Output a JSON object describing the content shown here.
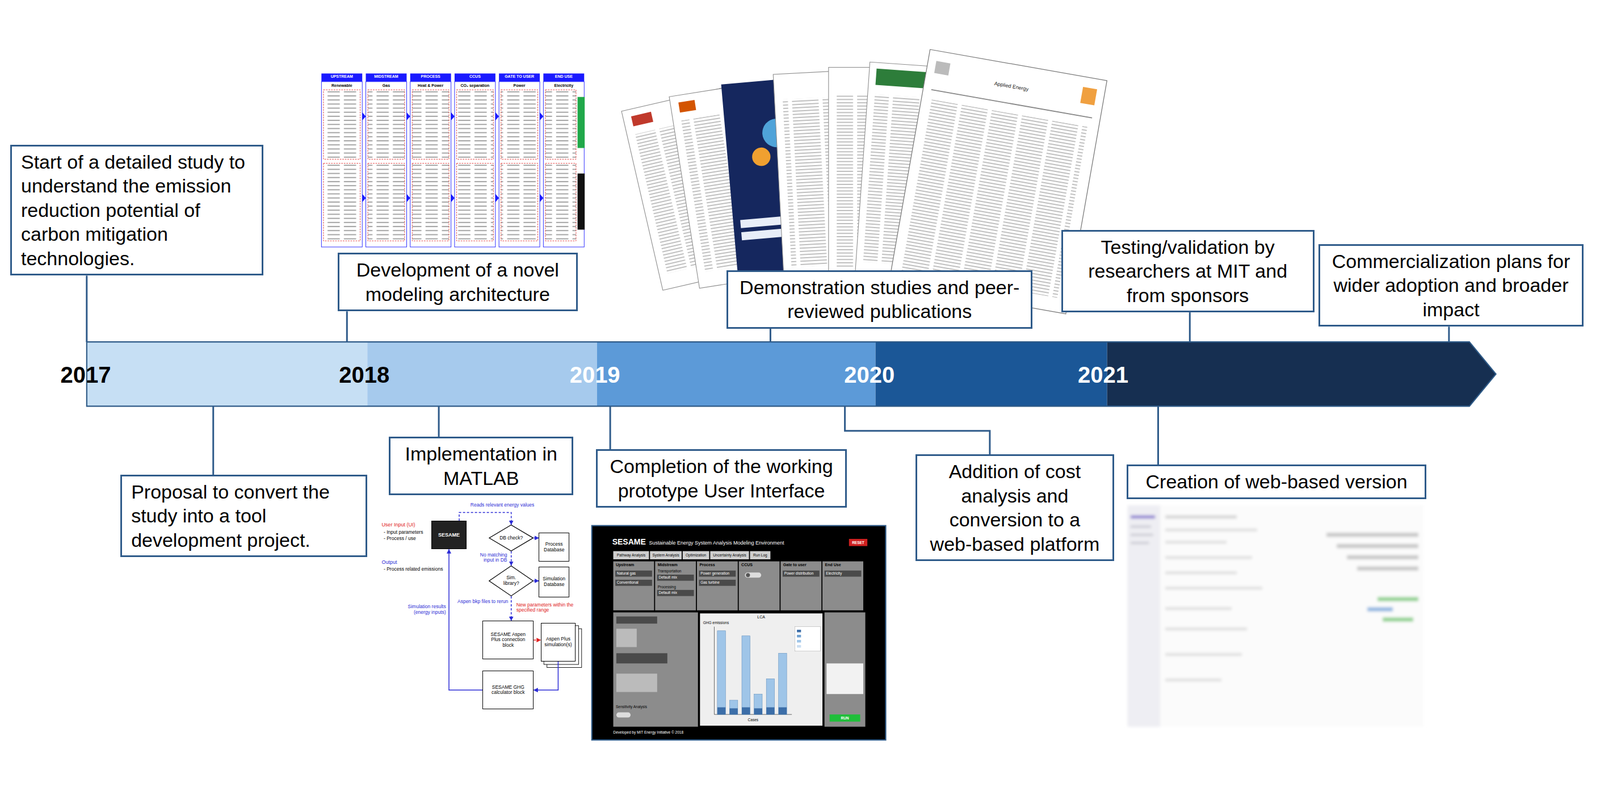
{
  "diagram": {
    "nodes": [
      {
        "text": [
          "Start of a detailed study to understand the emission reduction potential of carbon mitigation technologies."
        ]
      },
      {
        "text": [
          "Proposal to convert the study into a tool development project."
        ]
      },
      {
        "text": [
          "Development of a novel modeling architecture"
        ]
      },
      {
        "text": [
          "Implementation in MATLAB"
        ]
      },
      {
        "text": [
          "Completion of the working prototype User Interface"
        ]
      },
      {
        "text": [
          "Demonstration studies and peer-reviewed publications"
        ]
      },
      {
        "text": [
          "Addition of cost analysis and conversion to a web-based platform"
        ]
      },
      {
        "text": [
          "Testing/validation by researchers at MIT and from sponsors"
        ]
      },
      {
        "text": [
          "Creation of web-based version"
        ]
      },
      {
        "text": [
          "Commercialization plans for wider adoption and broader impact"
        ]
      },
      {
        "text": [
          "SESAME"
        ]
      },
      {
        "text": [
          "DB check?"
        ]
      },
      {
        "text": [
          "Process Database"
        ]
      },
      {
        "text": [
          "Sim. library?"
        ]
      },
      {
        "text": [
          "Simulation Database"
        ]
      },
      {
        "text": [
          "SESAME Aspen Plus connection block"
        ]
      },
      {
        "text": [
          "Aspen Plus simulation(s)"
        ]
      },
      {
        "text": [
          "SESAME GHG calculator block"
        ]
      }
    ],
    "edges": [
      {
        "from": 10,
        "to": 11,
        "label": "Reads relevant energy values",
        "arrow": "to"
      },
      {
        "from": 11,
        "to": 12,
        "arrow": "to"
      },
      {
        "from": 11,
        "to": 13,
        "label": "No matching input in DB",
        "arrow": "to"
      },
      {
        "from": 13,
        "to": 14,
        "arrow": "to"
      },
      {
        "from": 13,
        "to": 15,
        "label": "Aspen bkp files to rerun",
        "arrow": "to"
      },
      {
        "from": 15,
        "to": 16,
        "label": "New parameters within the specified range",
        "arrow": "to"
      },
      {
        "from": 16,
        "to": 17,
        "arrow": "to"
      },
      {
        "from": 17,
        "to": 10,
        "label": "Simulation results (energy inputs)",
        "arrow": "to"
      }
    ],
    "labels": [
      "2017",
      "2018",
      "2019",
      "2020",
      "2021",
      "UPSTREAM",
      "MIDSTREAM",
      "PROCESS",
      "CCUS",
      "GATE TO USER",
      "END USE",
      "Renewable",
      "Gas",
      "Heat & Power",
      "CO₂ separation",
      "Power",
      "Electricity",
      "Applied Energy",
      "User Input (UI)",
      "- Input parameters",
      "- Process / use",
      "Output",
      "- Process related emissions",
      "SESAME",
      "Sustainable Energy System Analysis Modeling Environment",
      "RESET",
      "Pathway Analysis",
      "System Analysis",
      "Optimization",
      "Uncertainty Analysis",
      "Run Log",
      "Upstream",
      "Midstream",
      "Process",
      "CCUS",
      "Gate to user",
      "End Use",
      "Natural gas",
      "Conventional",
      "Transportation",
      "Default mix",
      "Processing",
      "Default mix",
      "Power generation",
      "Gas turbine",
      "Power distribution",
      "Electricity",
      "LCA",
      "GHG emissions",
      "Cases",
      "Sensitivity Analysis",
      "RUN",
      "Developed by MIT Energy Initiative © 2018"
    ]
  }
}
